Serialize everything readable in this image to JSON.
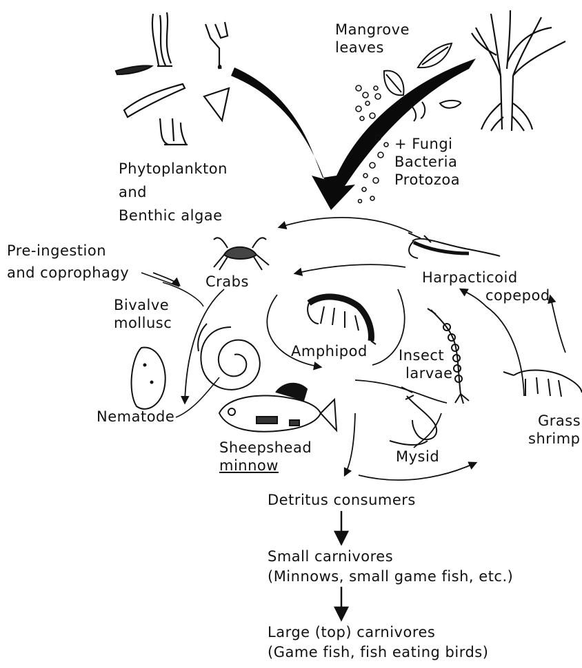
{
  "labels": {
    "mangrove_leaves": [
      "Mangrove",
      "leaves"
    ],
    "fungi": [
      "+ Fungi",
      "Bacteria",
      "Protozoa"
    ],
    "phytoplankton": [
      "Phytoplankton",
      "and",
      "Benthic algae"
    ],
    "preingestion": [
      "Pre-ingestion",
      "and coprophagy"
    ],
    "crabs": "Crabs",
    "harpacticoid": [
      "Harpacticoid",
      "copepod"
    ],
    "bivalve": [
      "Bivalve",
      "mollusc"
    ],
    "amphipod": "Amphipod",
    "insect": [
      "Insect",
      "larvae"
    ],
    "nematode": "Nematode",
    "grass_shrimp": [
      "Grass",
      "shrimp"
    ],
    "sheepshead": [
      "Sheepshead",
      "minnow"
    ],
    "mysid": "Mysid"
  },
  "trophic_chain": [
    "Detritus consumers",
    "Small carnivores",
    "(Minnows, small game fish, etc.)",
    "Large (top) carnivores",
    "(Game fish, fish eating birds)"
  ],
  "icons": [
    "algae-icon",
    "mangrove-tree-icon",
    "leaf-icon",
    "crab-icon",
    "copepod-icon",
    "amphipod-icon",
    "insect-larva-icon",
    "bivalve-icon",
    "nematode-icon",
    "fish-icon",
    "mysid-icon",
    "shrimp-icon",
    "microbe-icon"
  ],
  "colors": {
    "ink": "#111111",
    "background": "#ffffff"
  }
}
